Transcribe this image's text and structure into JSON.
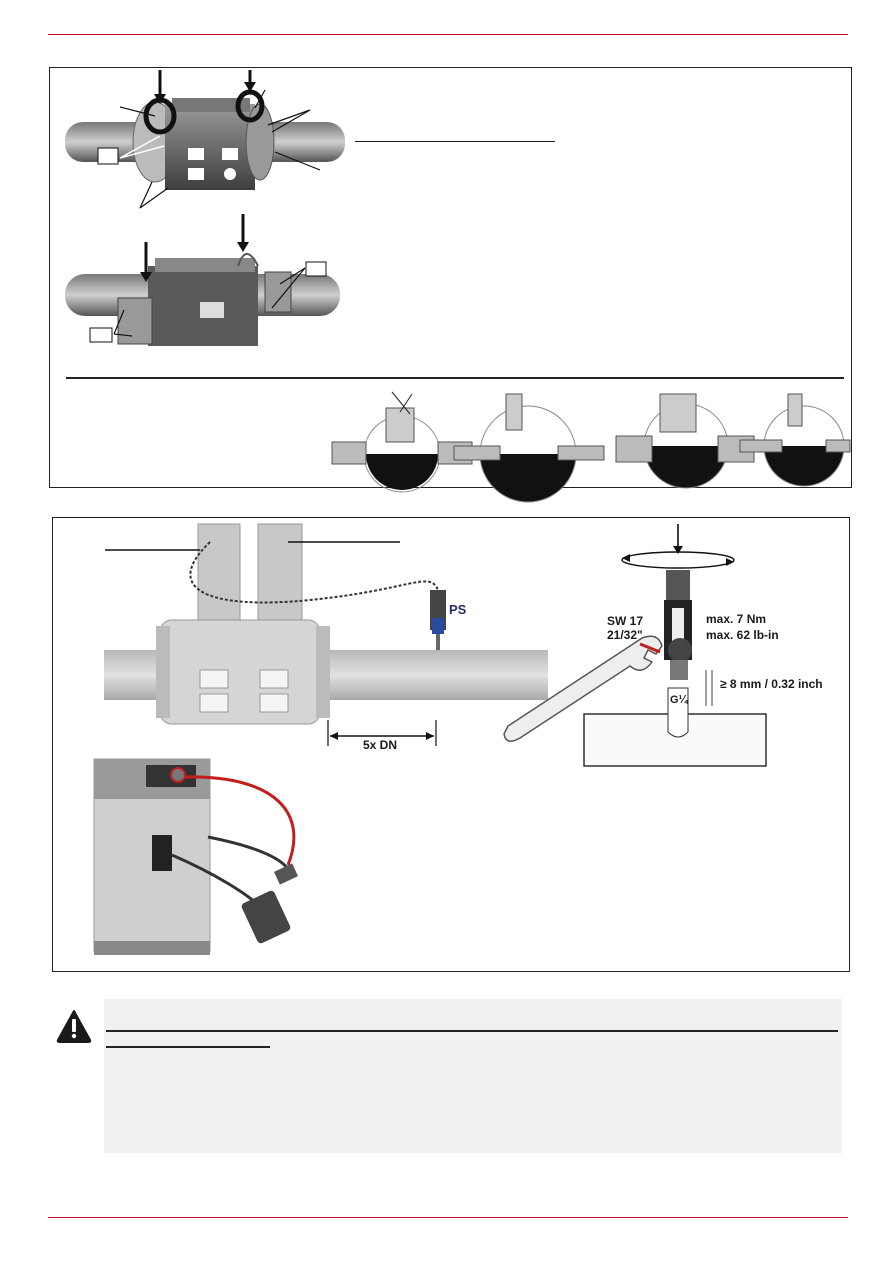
{
  "colors": {
    "accent_rule": "#c8102e",
    "box_border": "#222222",
    "warning_panel": "#f0f0f0",
    "pressure_sensor_label": "#2a2a6e",
    "cable_red": "#c21e1e"
  },
  "figure_bottom": {
    "sensor_label": "PS",
    "distance_label": "5x DN",
    "wrench_size": "SW 17",
    "wrench_size_inch": "21/32\"",
    "torque_nm": "max. 7 Nm",
    "torque_lbin": "max. 62 lb-in",
    "depth": "≥ 8 mm / 0.32 inch",
    "thread": "G¼"
  },
  "icons": {
    "warning": "warning-triangle-icon"
  }
}
